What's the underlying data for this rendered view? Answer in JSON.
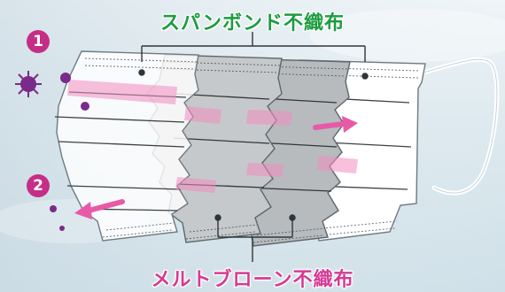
{
  "labels": {
    "top": "スパンボンド不織布",
    "bottom": "メルトブローン不織布"
  },
  "badges": [
    "1",
    "2"
  ],
  "colors": {
    "spunbond_label": "#1a9c3e",
    "meltblown_label": "#d63a94",
    "badge": "#c52d86",
    "particle": "#7a2a8a",
    "arrow": "#e85aa8",
    "white_layer": "#ffffff",
    "gray_layer": "#b9bcbf"
  },
  "icons": [
    "virus-particle-icon",
    "arrow-right-icon",
    "arrow-left-icon"
  ]
}
